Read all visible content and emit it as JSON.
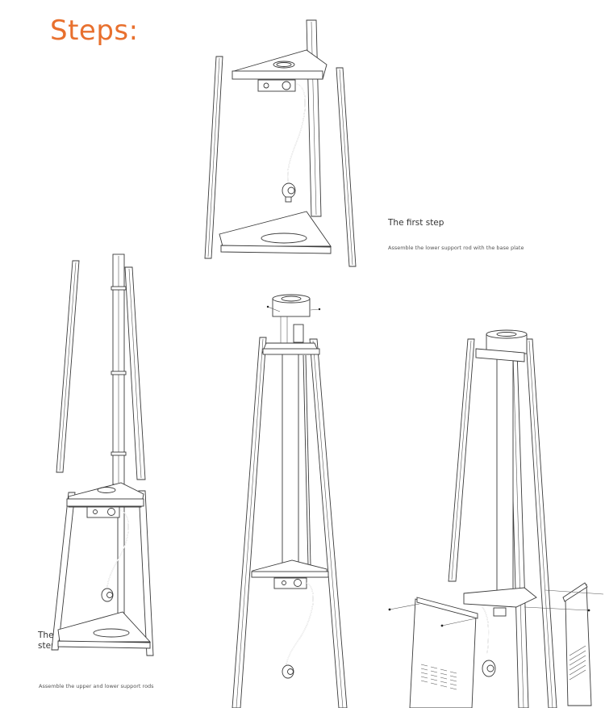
{
  "page": {
    "title": "Steps:",
    "accent_color": "#e8702e"
  },
  "steps": [
    {
      "heading": "The first step",
      "description": "Assemble the lower support rod with the base plate"
    },
    {
      "heading_line1": "The second",
      "heading_line2": "step",
      "description": "Assemble the upper and lower support rods"
    }
  ],
  "figures": [
    {
      "label": "step-1-illustration"
    },
    {
      "label": "step-2-illustration"
    },
    {
      "label": "step-3-illustration"
    },
    {
      "label": "step-4-illustration"
    }
  ]
}
